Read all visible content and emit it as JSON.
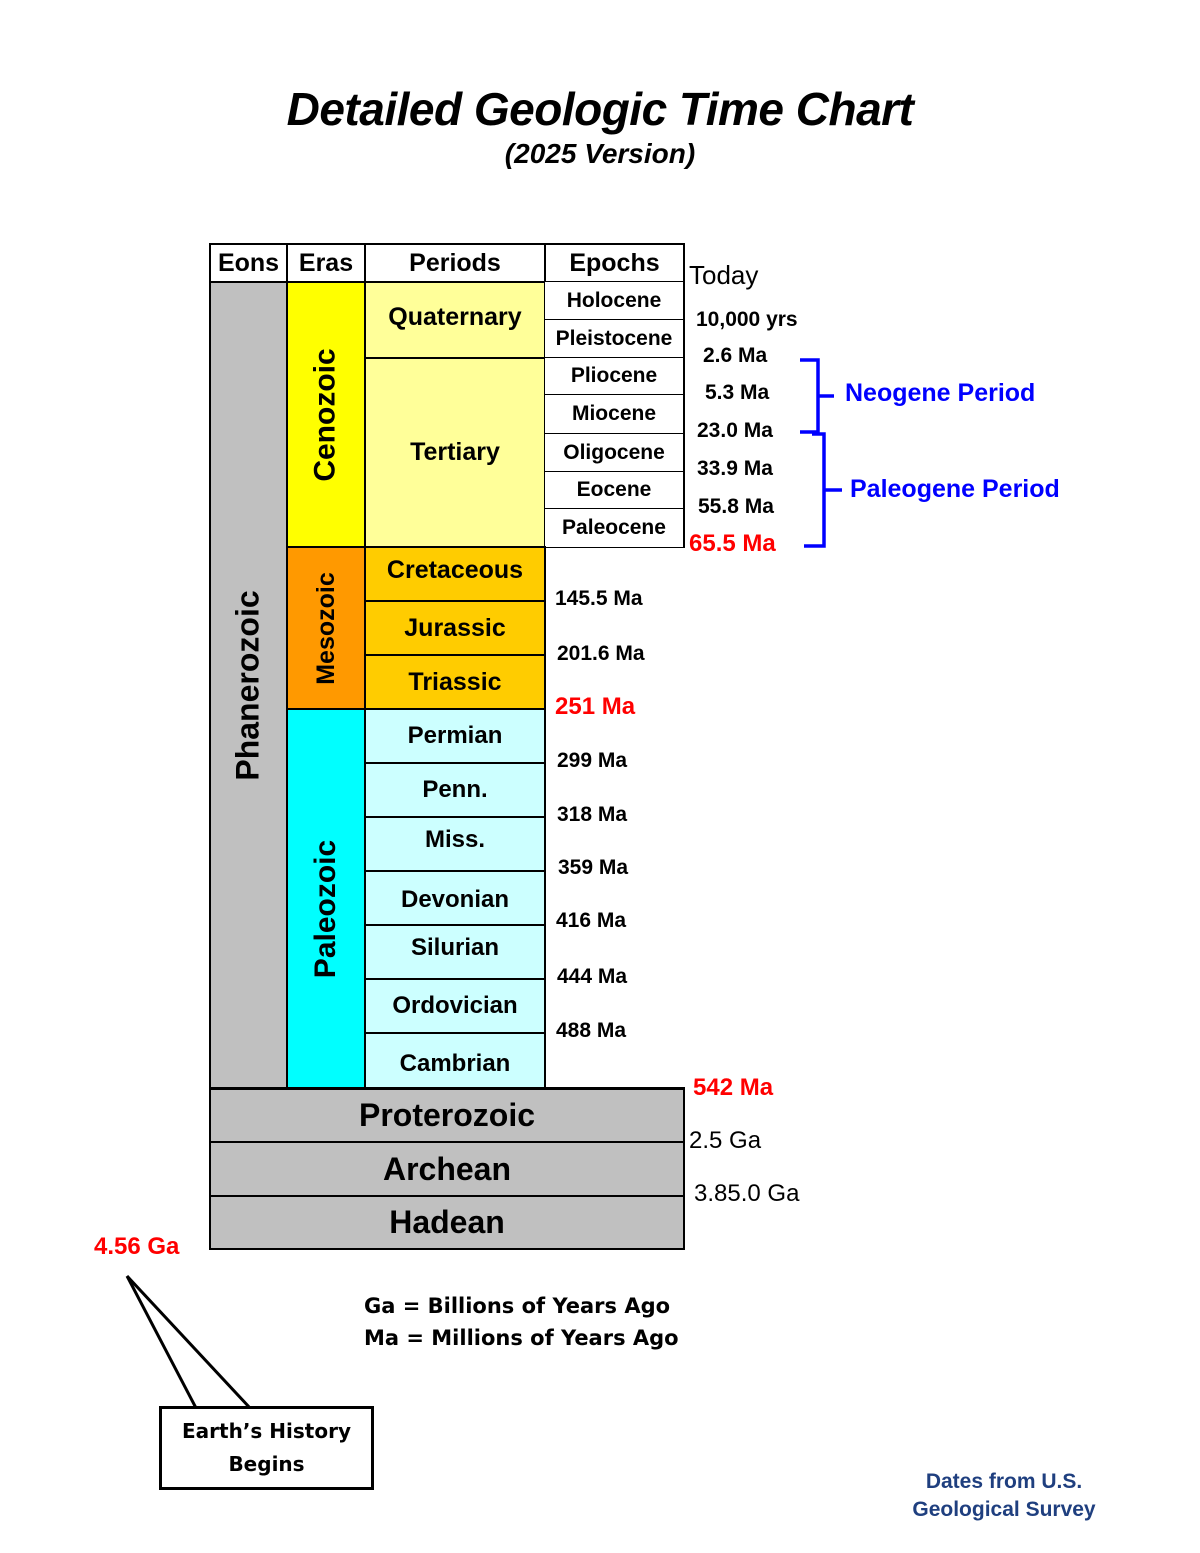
{
  "title": "Detailed Geologic Time Chart",
  "subtitle": "(2025 Version)",
  "headers": {
    "eons": "Eons",
    "eras": "Eras",
    "periods": "Periods",
    "epochs": "Epochs",
    "today": "Today"
  },
  "eons": {
    "phanerozoic": "Phanerozoic",
    "proterozoic": "Proterozoic",
    "archean": "Archean",
    "hadean": "Hadean"
  },
  "eras": {
    "cenozoic": "Cenozoic",
    "mesozoic": "Mesozoic",
    "paleozoic": "Paleozoic"
  },
  "periods": {
    "quaternary": "Quaternary",
    "tertiary": "Tertiary",
    "cretaceous": "Cretaceous",
    "jurassic": "Jurassic",
    "triassic": "Triassic",
    "permian": "Permian",
    "penn": "Penn.",
    "miss": "Miss.",
    "devonian": "Devonian",
    "silurian": "Silurian",
    "ordovician": "Ordovician",
    "cambrian": "Cambrian"
  },
  "epochs": [
    "Holocene",
    "Pleistocene",
    "Pliocene",
    "Miocene",
    "Oligocene",
    "Eocene",
    "Paleocene"
  ],
  "dates": {
    "holocene_start": "10,000 yrs",
    "pleistocene_start": "2.6 Ma",
    "pliocene_start": "5.3 Ma",
    "miocene_start": "23.0 Ma",
    "oligocene_start": "33.9 Ma",
    "eocene_start": "55.8 Ma",
    "cenozoic_start": "65.5 Ma",
    "cretaceous_start": "145.5 Ma",
    "jurassic_start": "201.6 Ma",
    "mesozoic_start": "251 Ma",
    "permian_start": "299 Ma",
    "penn_start": "318 Ma",
    "miss_start": "359 Ma",
    "devonian_start": "416 Ma",
    "silurian_start": "444 Ma",
    "ordovician_start": "488 Ma",
    "phanerozoic_start": "542 Ma",
    "proterozoic_start": "2.5 Ga",
    "archean_start": "3.85.0 Ga",
    "earth_start": "4.56 Ga"
  },
  "brackets": {
    "neogene": "Neogene Period",
    "paleogene": "Paleogene Period"
  },
  "legend": {
    "ga": "Ga = Billions of Years Ago",
    "ma": "Ma = Millions of Years Ago"
  },
  "callout": {
    "line1": "Earth’s History",
    "line2": "Begins"
  },
  "source": {
    "line1": "Dates from U.S.",
    "line2": "Geological Survey"
  },
  "colors": {
    "eon_gray": "#c0c0c0",
    "cenozoic": "#ffff00",
    "mesozoic": "#ff9900",
    "paleozoic": "#00ffff",
    "cenozoic_periods": "#ffff99",
    "mesozoic_periods": "#ffcc00",
    "paleozoic_periods": "#ccffff",
    "red_dates": "#ff0000",
    "bracket_blue": "#0000ff",
    "source_blue": "#1f3f7f"
  }
}
